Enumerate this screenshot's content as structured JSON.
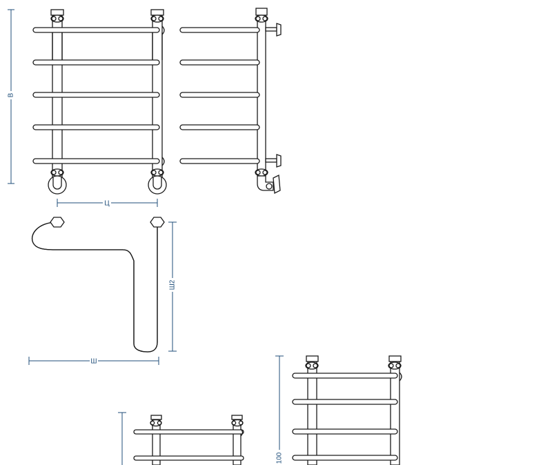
{
  "colors": {
    "dimension": "#1f4e7a",
    "line": "#1a1a1a",
    "background": "#ffffff"
  },
  "dimensions": {
    "height_label": "В",
    "center_distance_label": "Ц",
    "width_label": "Ш",
    "width2_label": "Ш2",
    "bottom_height_label": "100"
  }
}
